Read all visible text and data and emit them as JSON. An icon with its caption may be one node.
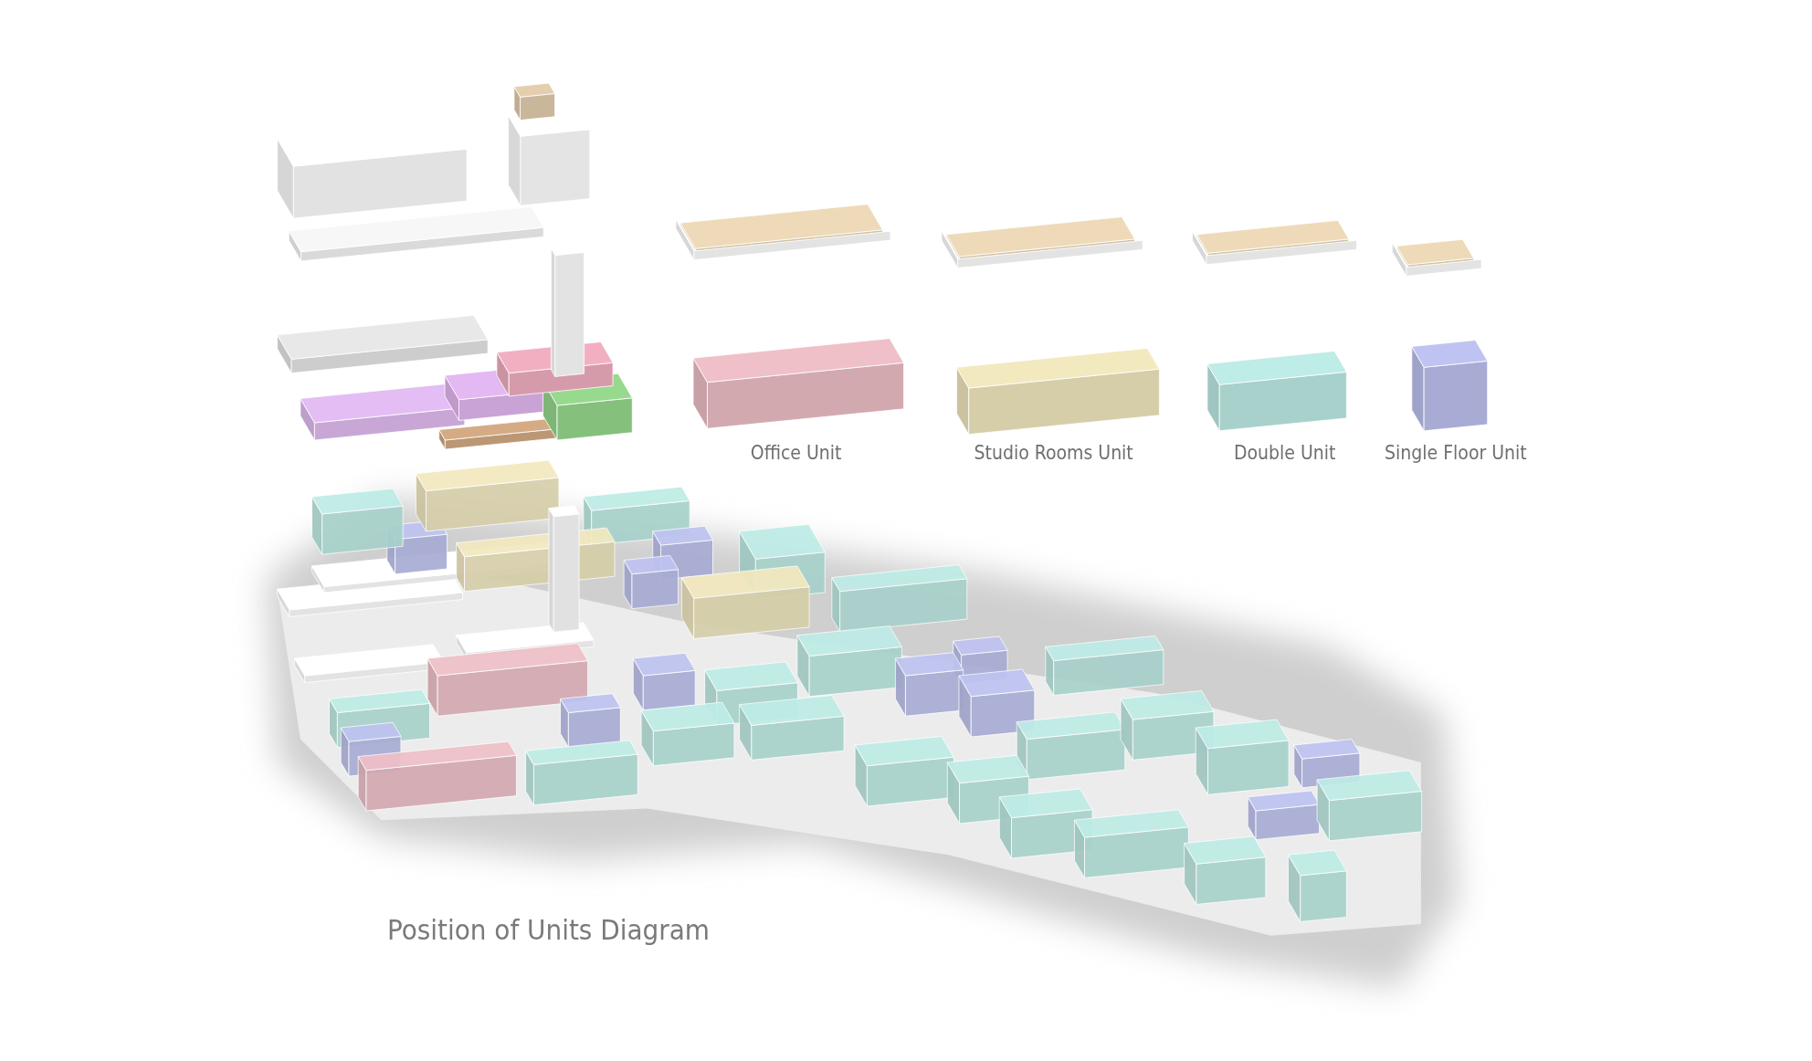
{
  "diagram": {
    "title": "Position of Units Diagram",
    "legend": [
      {
        "text": "Office Unit",
        "color": "#e3b6bd"
      },
      {
        "text": "Studio Rooms Unit",
        "color": "#e6ddb5"
      },
      {
        "text": "Double Unit",
        "color": "#b4e0da"
      },
      {
        "text": "Single Floor Unit",
        "color": "#b4b9e4"
      }
    ]
  }
}
